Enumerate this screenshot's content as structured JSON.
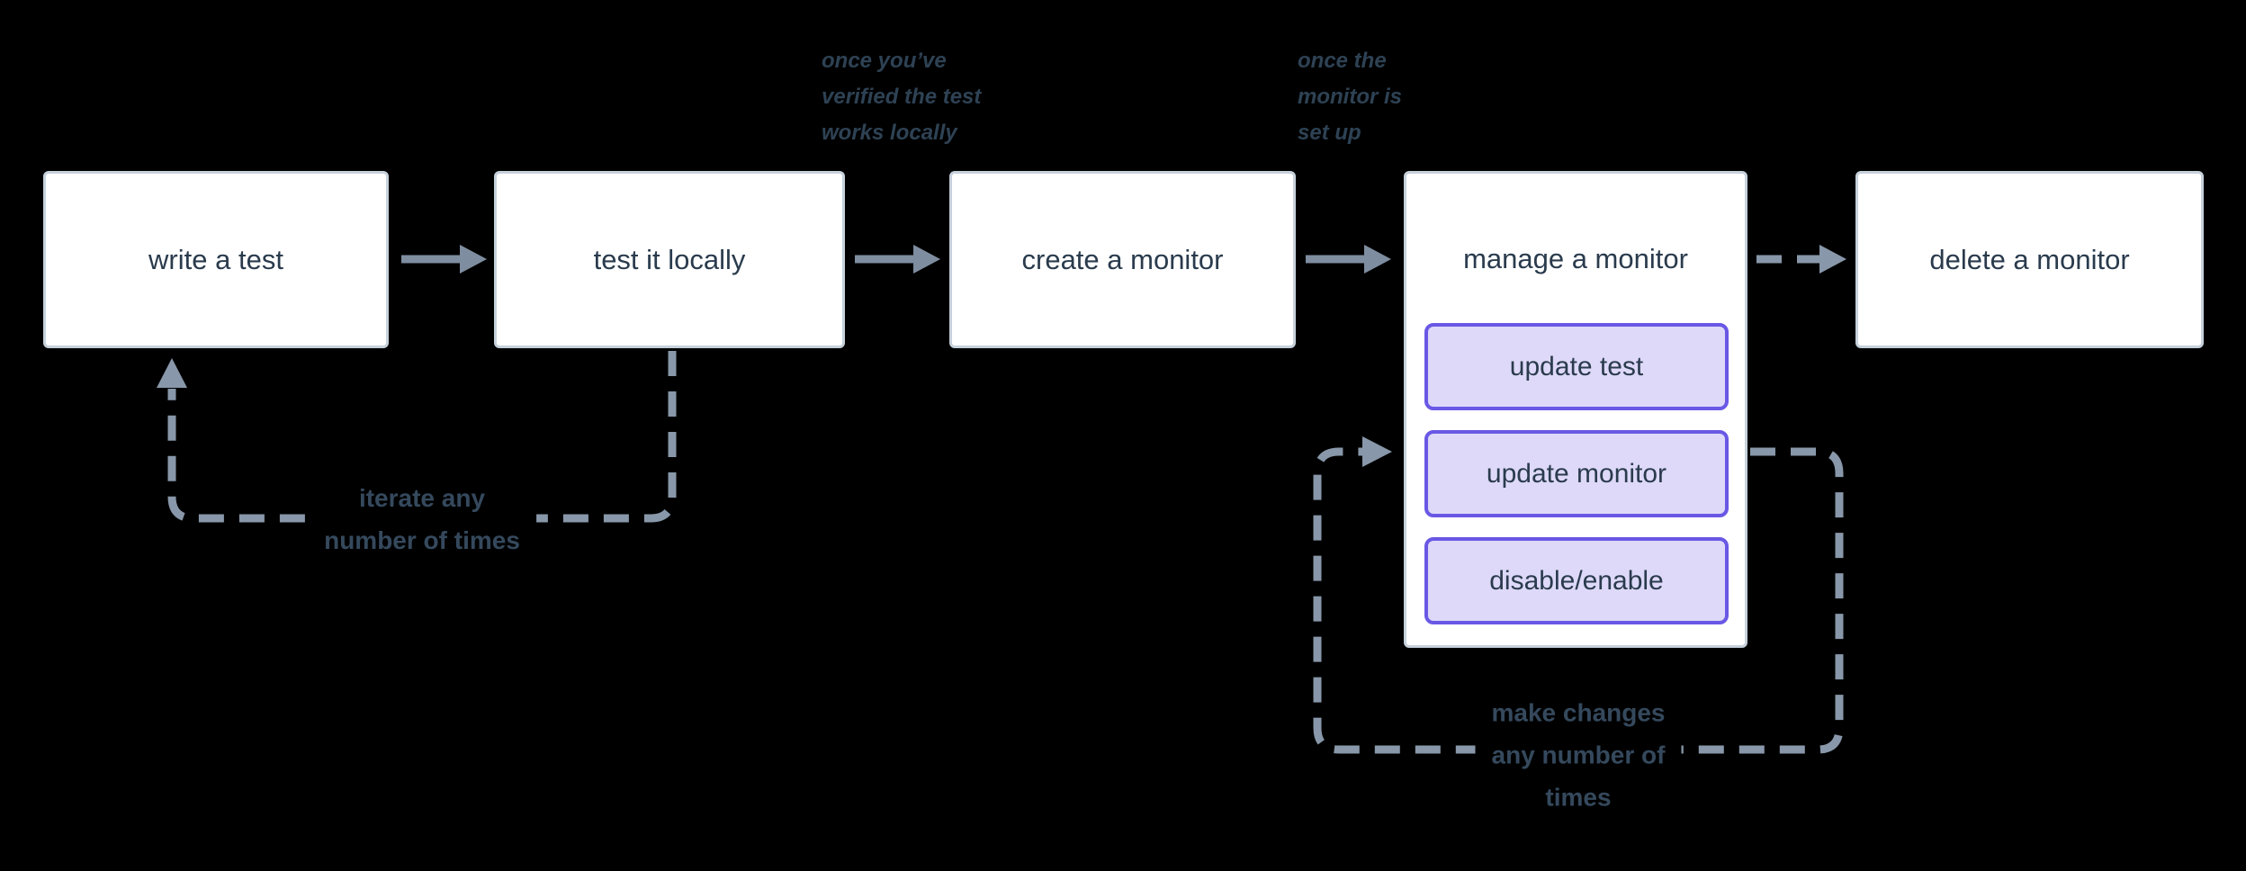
{
  "diagram": {
    "nodes": [
      {
        "id": "write-a-test",
        "label": "write a test"
      },
      {
        "id": "test-it-locally",
        "label": "test it locally"
      },
      {
        "id": "create-a-monitor",
        "label": "create a monitor"
      },
      {
        "id": "manage-a-monitor",
        "label": "manage a monitor",
        "children": [
          {
            "id": "update-test",
            "label": "update test"
          },
          {
            "id": "update-monitor",
            "label": "update monitor"
          },
          {
            "id": "disable-enable",
            "label": "disable/enable"
          }
        ]
      },
      {
        "id": "delete-a-monitor",
        "label": "delete a monitor"
      }
    ],
    "annotations": [
      {
        "id": "once-verified",
        "lines": [
          "once you’ve",
          "verified the test",
          "works locally"
        ]
      },
      {
        "id": "once-set-up",
        "lines": [
          "once the",
          "monitor is",
          "set up"
        ]
      }
    ],
    "loops": [
      {
        "id": "iterate-loop",
        "lines": [
          "iterate any",
          "number of times"
        ]
      },
      {
        "id": "make-changes-loop",
        "lines": [
          "make changes",
          "any number of",
          "times"
        ]
      }
    ],
    "colors": {
      "background": "#000000",
      "node_fill": "#ffffff",
      "node_border": "#c6d1dc",
      "node_text": "#2a3b4d",
      "subnode_fill": "#ded9f8",
      "subnode_border": "#6958e5",
      "solid_arrow": "#7e8da0",
      "dashed_arrow": "#8897a9",
      "annotation_text": "#2e4254",
      "loop_label_text": "#35495d"
    }
  }
}
